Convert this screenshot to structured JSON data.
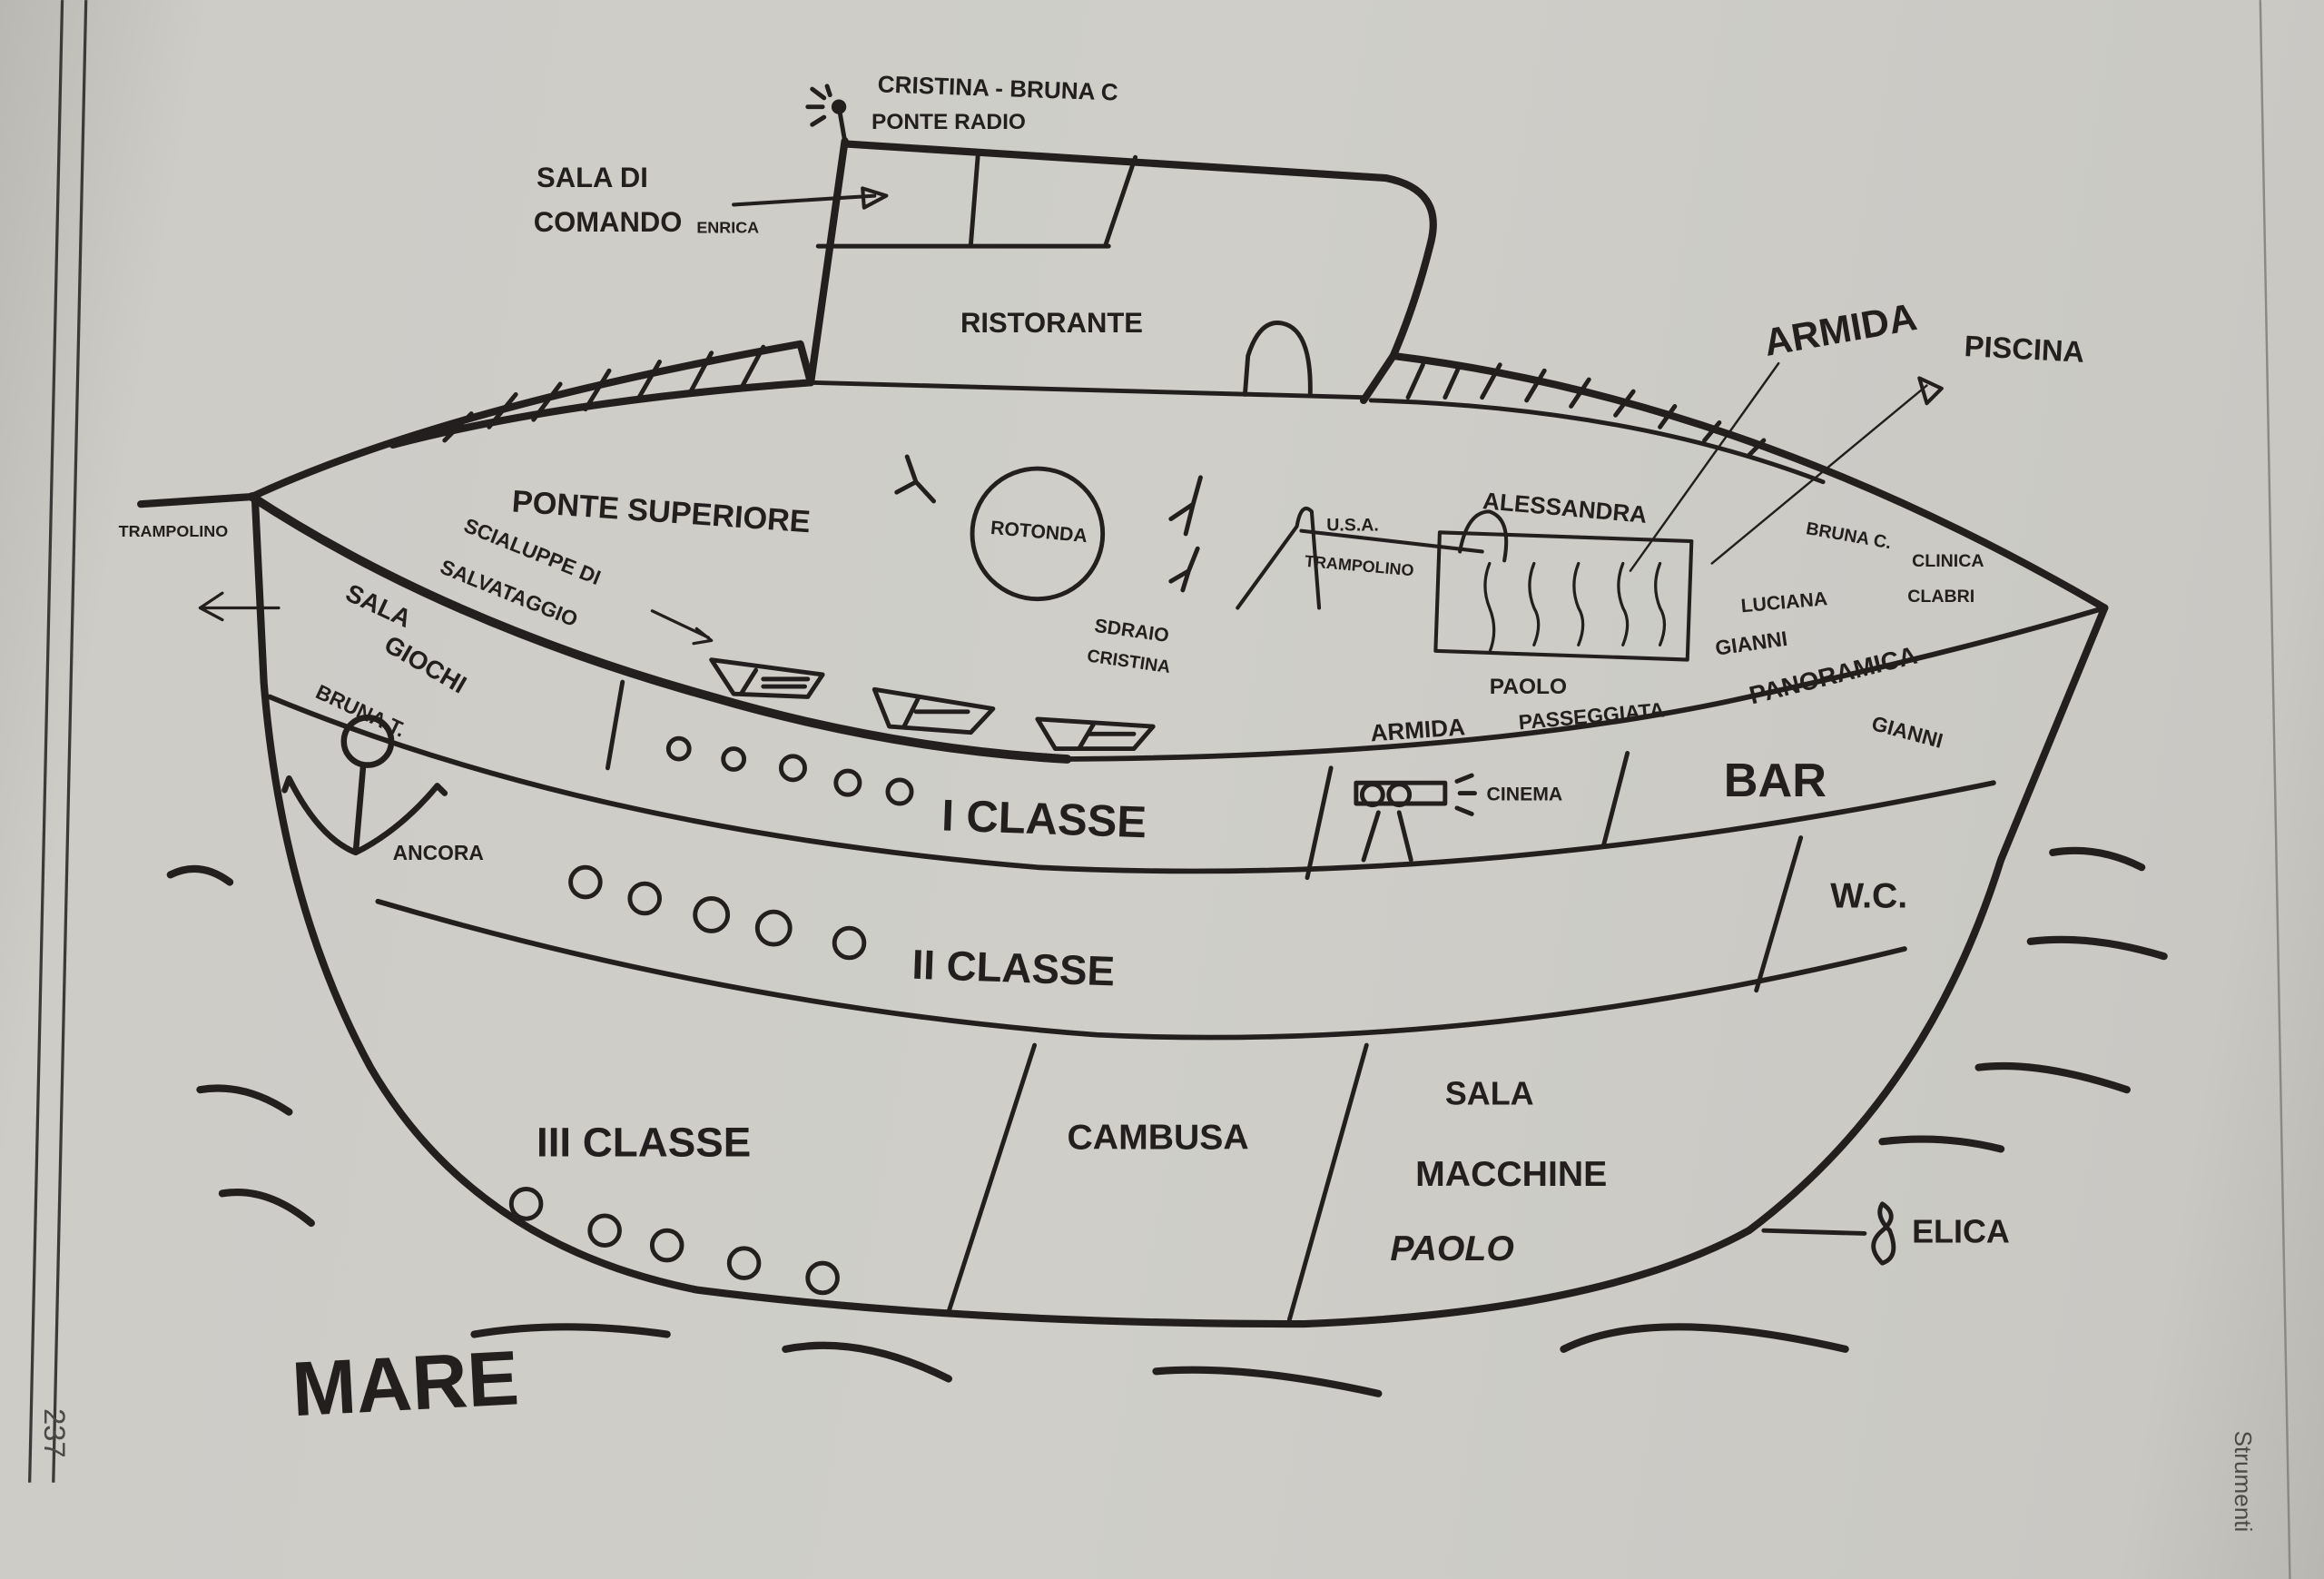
{
  "labels": {
    "cristina_bruna": "CRISTINA - BRUNA C",
    "ponte_radio": "PONTE RADIO",
    "sala_di": "SALA DI",
    "comando": "COMANDO",
    "enrica": "ENRICA",
    "ristorante": "RISTORANTE",
    "armida_top": "ARMIDA",
    "piscina": "PISCINA",
    "trampolino_left": "TRAMPOLINO",
    "ponte_superiore": "PONTE SUPERIORE",
    "rotonda": "ROTONDA",
    "usa": "U.S.A.",
    "trampolino_right": "TRAMPOLINO",
    "alessandra": "ALESSANDRA",
    "bruna_c": "BRUNA C.",
    "clinica": "CLINICA",
    "clabri": "CLABRI",
    "scialuppe_1": "SCIALUPPE DI",
    "scialuppe_2": "SALVATAGGIO",
    "sala": "SALA",
    "giochi": "GIOCHI",
    "bruna_t": "BRUNA T.",
    "sdraio": "SDRAIO",
    "cristina": "CRISTINA",
    "luciana": "LUCIANA",
    "gianni_1": "GIANNI",
    "paolo_1": "PAOLO",
    "passeggiata": "PASSEGGIATA",
    "panoramica": "PANORAMICA",
    "armida_2": "ARMIDA",
    "cinema": "CINEMA",
    "bar": "BAR",
    "gianni_2": "GIANNI",
    "ancora": "ANCORA",
    "i_classe": "I CLASSE",
    "ii_classe": "II CLASSE",
    "wc": "W.C.",
    "iii_classe": "III CLASSE",
    "cambusa": "CAMBUSA",
    "sala_macchine_1": "SALA",
    "sala_macchine_2": "MACCHINE",
    "paolo_2": "PAOLO",
    "elica": "ELICA",
    "mare": "MARE"
  },
  "page_number": "237",
  "side_label": "Strumenti",
  "colors": {
    "ink": "#231f1e",
    "paper": "#cfcec9"
  }
}
